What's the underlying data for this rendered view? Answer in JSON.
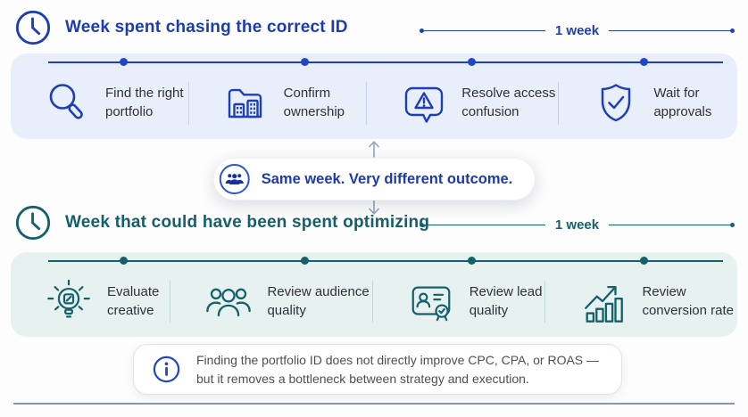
{
  "colors": {
    "primary_blue": "#1d3fb2",
    "title_blue": "#1d3cae",
    "light_blue_band": "#e8effa",
    "primary_teal": "#15616b",
    "light_teal_band": "#e7f2f0",
    "text_dark": "#2f3038",
    "text_gray": "#4d4e57",
    "info_blue": "#2746b8",
    "bottom_rule": "#8496b0"
  },
  "section_chasing": {
    "title": "Week spent chasing the correct ID",
    "duration": "1 week",
    "items": [
      {
        "icon": "search-icon",
        "line1": "Find the right",
        "line2": "portfolio"
      },
      {
        "icon": "folder-buildings-icon",
        "line1": "Confirm",
        "line2": "ownership"
      },
      {
        "icon": "alert-bubble-icon",
        "line1": "Resolve access",
        "line2": "confusion"
      },
      {
        "icon": "shield-check-icon",
        "line1": "Wait for",
        "line2": "approvals"
      }
    ]
  },
  "comparison_pill": {
    "icon": "people-group-icon",
    "text": "Same week. Very different outcome."
  },
  "section_optimizing": {
    "title": "Week that could have been spent optimizing",
    "duration": "1 week",
    "items": [
      {
        "icon": "lightbulb-idea-icon",
        "line1": "Evaluate",
        "line2": "creative"
      },
      {
        "icon": "audience-icon",
        "line1": "Review audience",
        "line2": "quality"
      },
      {
        "icon": "lead-card-icon",
        "line1": "Review lead",
        "line2": "quality"
      },
      {
        "icon": "conversion-chart-icon",
        "line1": "Review",
        "line2": "conversion rate"
      }
    ]
  },
  "footnote": {
    "icon": "info-icon",
    "line1": "Finding the portfolio ID does not directly improve CPC, CPA, or ROAS —",
    "line2": "but it removes a bottleneck between strategy and execution."
  }
}
